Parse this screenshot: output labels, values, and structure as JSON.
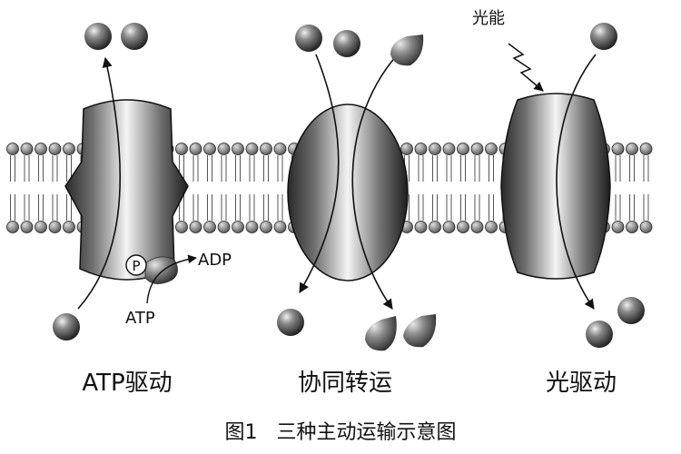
{
  "labels": {
    "light_energy": "光能",
    "phosphate": "P",
    "adp": "ADP",
    "atp": "ATP",
    "atp_driven": "ATP驱动",
    "cotransport": "协同转运",
    "light_driven": "光驱动"
  },
  "caption": "图1   三种主动运输示意图"
}
